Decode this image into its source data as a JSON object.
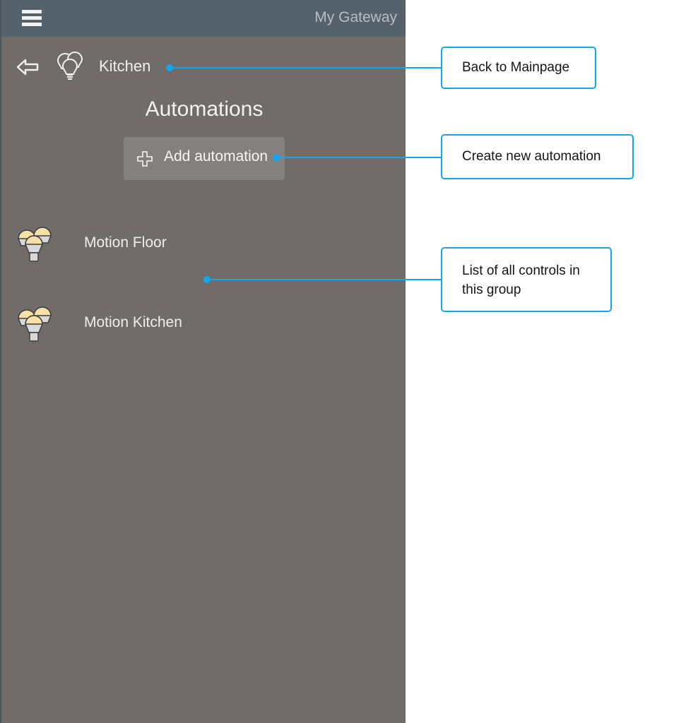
{
  "topbar": {
    "menu_icon": "hamburger-icon",
    "title": "My Gateway"
  },
  "breadcrumb": {
    "back_icon": "arrow-left-icon",
    "group_icon": "bulb-group-outline-icon",
    "group_name": "Kitchen"
  },
  "page": {
    "title": "Automations"
  },
  "add_button": {
    "icon": "plus-icon",
    "label": "Add automation"
  },
  "automations": [
    {
      "icon": "bulb-group-icon",
      "name": "Motion Floor"
    },
    {
      "icon": "bulb-group-icon",
      "name": "Motion Kitchen"
    }
  ],
  "annotations": [
    {
      "text": "Back to Mainpage"
    },
    {
      "text": "Create new automation"
    },
    {
      "text": "List of all controls in this group"
    }
  ],
  "colors": {
    "accent": "#12a7ee",
    "panel": "#716c69",
    "topbar": "#56626b",
    "bulb": "#f7dfa8"
  }
}
